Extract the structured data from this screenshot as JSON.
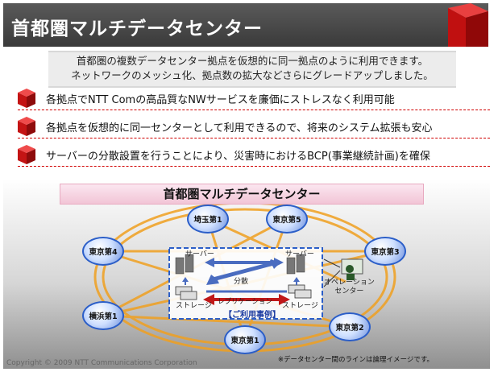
{
  "header": {
    "title": "首都圏マルチデータセンター"
  },
  "summary": {
    "line1": "首都圏の複数データセンター拠点を仮想的に同一拠点のように利用できます。",
    "line2": "ネットワークのメッシュ化、拠点数の拡大などさらにグレードアップしました。"
  },
  "bullets": [
    "各拠点でNTT Comの高品質なNWサービスを廉価にストレスなく利用可能",
    "各拠点を仮想的に同一センターとして利用できるので、将来のシステム拡張も安心",
    "サーバーの分散設置を行うことにより、災害時におけるBCP(事業継続計画)を確保"
  ],
  "diagram": {
    "title": "首都圏マルチデータセンター",
    "nodes": [
      "埼玉第1",
      "東京第5",
      "東京第4",
      "東京第3",
      "横浜第1",
      "東京第2",
      "東京第1"
    ],
    "server_label": "サーバー",
    "storage_label": "ストレージ",
    "distributed_label": "分散",
    "replication_label": "レプリケーション",
    "example_label": "【ご利用事例】",
    "operation_center_label": "オペレーション\nセンター",
    "note": "※データセンター間のラインは論理イメージです。"
  },
  "copyright": "Copyright © 2009 NTT Communications Corporation",
  "colors": {
    "accent": "#d00000",
    "node_border": "#2b5ec8",
    "mesh": "#f0a020"
  }
}
